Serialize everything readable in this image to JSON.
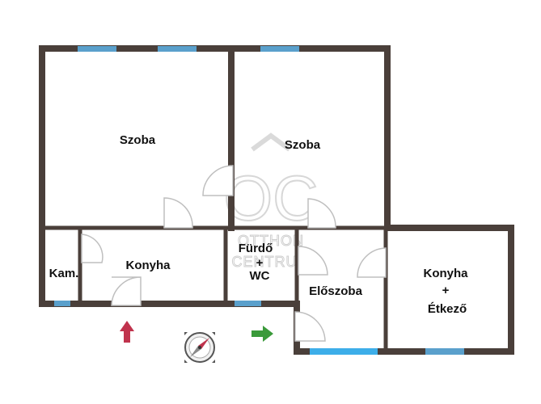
{
  "plan": {
    "rooms": [
      {
        "id": "room-left",
        "label": "Szoba"
      },
      {
        "id": "room-right",
        "label": "Szoba"
      },
      {
        "id": "pantry",
        "label": "Kam."
      },
      {
        "id": "kitchen-left",
        "label": "Konyha"
      },
      {
        "id": "bath-line1",
        "label": "Fürdő"
      },
      {
        "id": "bath-plus",
        "label": "+"
      },
      {
        "id": "bath-line2",
        "label": "WC"
      },
      {
        "id": "hall",
        "label": "Előszoba"
      },
      {
        "id": "kd-line1",
        "label": "Konyha"
      },
      {
        "id": "kd-plus",
        "label": "+"
      },
      {
        "id": "kd-line2",
        "label": "Étkező"
      }
    ],
    "watermark": {
      "logo": "OC",
      "line1": "OTTHON",
      "line2": "CENTRUM"
    }
  },
  "colors": {
    "wall": "#4a3f3a",
    "window": "#5aa0cc",
    "window_light": "#3daee9",
    "door": "#cfcfcf",
    "entrance_arrow": "#c0334d",
    "garden_arrow": "#3a9a3a",
    "watermark": "#cccccc"
  },
  "icons": {
    "compass": "compass-icon",
    "entrance": "entrance-arrow-icon",
    "garden": "direction-arrow-icon"
  }
}
